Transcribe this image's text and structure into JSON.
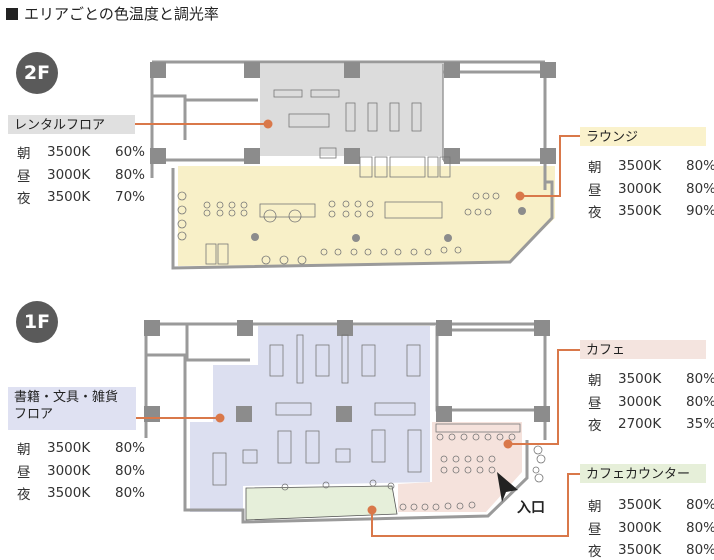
{
  "title": "エリアごとの色温度と調光率",
  "floors": [
    {
      "badge": "2F",
      "areas": [
        {
          "name": "レンタルフロア",
          "color": "#e0e0e0",
          "rows": [
            [
              "朝",
              "3500K",
              "60%"
            ],
            [
              "昼",
              "3000K",
              "80%"
            ],
            [
              "夜",
              "3500K",
              "70%"
            ]
          ]
        },
        {
          "name": "ラウンジ",
          "color": "#faf2cc",
          "rows": [
            [
              "朝",
              "3500K",
              "80%"
            ],
            [
              "昼",
              "3000K",
              "80%"
            ],
            [
              "夜",
              "3500K",
              "90%"
            ]
          ]
        }
      ]
    },
    {
      "badge": "1F",
      "areas": [
        {
          "name": "書籍・文具・雑貨フロア",
          "color": "#dfe1f2",
          "rows": [
            [
              "朝",
              "3500K",
              "80%"
            ],
            [
              "昼",
              "3000K",
              "80%"
            ],
            [
              "夜",
              "3500K",
              "80%"
            ]
          ]
        },
        {
          "name": "カフェ",
          "color": "#f4e4df",
          "rows": [
            [
              "朝",
              "3500K",
              "80%"
            ],
            [
              "昼",
              "3000K",
              "80%"
            ],
            [
              "夜",
              "2700K",
              "35%"
            ]
          ]
        },
        {
          "name": "カフェカウンター",
          "color": "#e6efd9",
          "rows": [
            [
              "朝",
              "3500K",
              "80%"
            ],
            [
              "昼",
              "3000K",
              "80%"
            ],
            [
              "夜",
              "3500K",
              "80%"
            ]
          ]
        }
      ]
    }
  ],
  "entrance": "入口",
  "colors": {
    "leader": "#d9784a",
    "wall": "#9a9a9a"
  }
}
